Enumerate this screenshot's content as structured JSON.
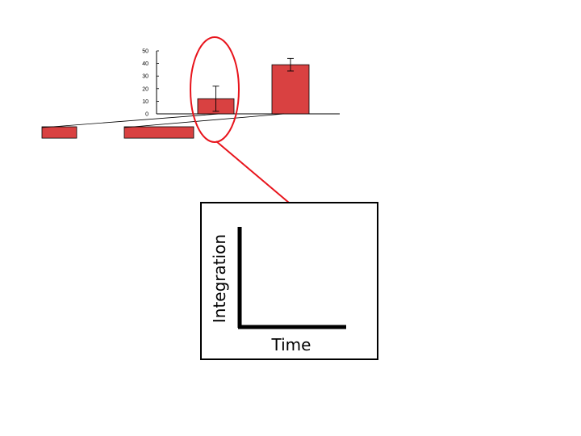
{
  "chart_data": [
    {
      "type": "bar",
      "categories": [
        "",
        "",
        "",
        ""
      ],
      "values": [
        -6,
        -6,
        12,
        39
      ],
      "error_bars": [
        null,
        null,
        10,
        5
      ],
      "yticks": [
        "50",
        "40",
        "30",
        "20",
        "10",
        "0"
      ],
      "ytick_values": [
        50,
        40,
        30,
        20,
        10,
        0
      ],
      "ylim": [
        0,
        50
      ],
      "bar_color": "#d94141",
      "highlight_color": "#e8141c",
      "grid": false
    },
    {
      "type": "line",
      "xlabel": "Time",
      "ylabel": "Integration",
      "grid": false
    }
  ]
}
